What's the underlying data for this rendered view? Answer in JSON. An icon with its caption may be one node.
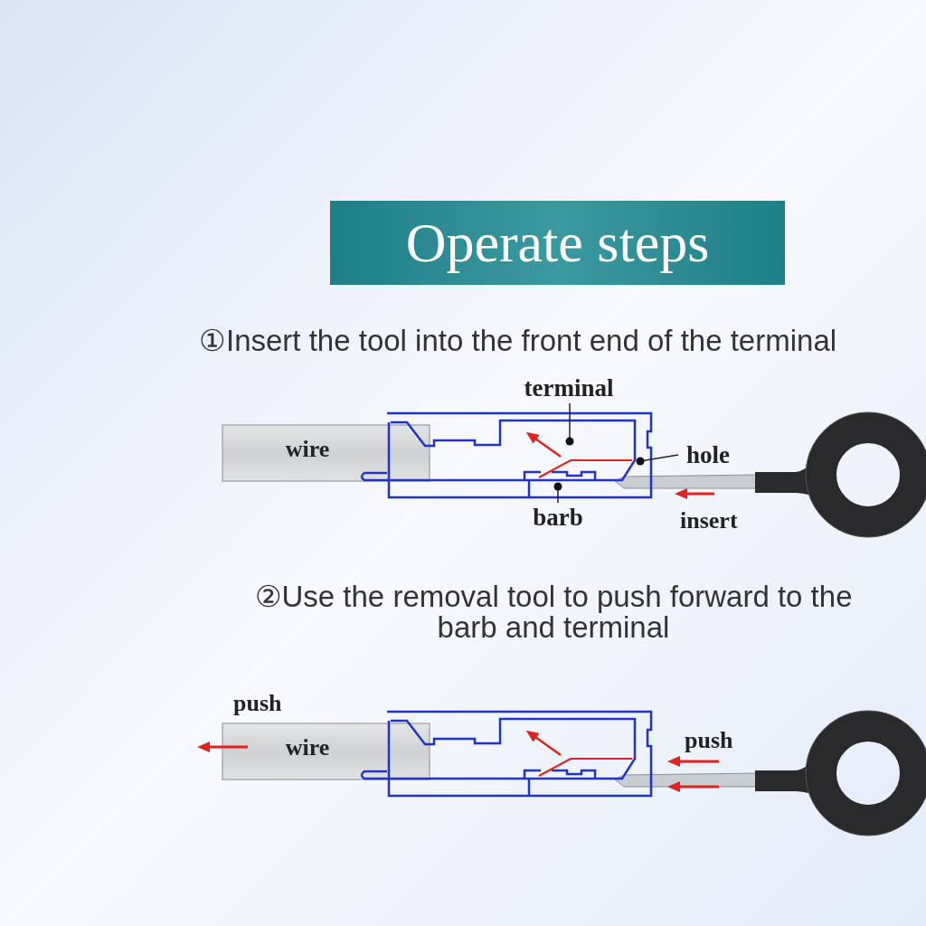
{
  "diagram": {
    "title": "Operate steps",
    "nodes": [
      {
        "text": [
          "terminal"
        ]
      },
      {
        "text": [
          "hole"
        ]
      },
      {
        "text": [
          "barb"
        ]
      },
      {
        "text": [],
        "shape": "picture"
      }
    ],
    "edges": [
      {
        "from": 0,
        "to": 3,
        "arrow": "other"
      },
      {
        "from": 1,
        "to": 3,
        "arrow": "other"
      },
      {
        "from": 2,
        "to": 3,
        "arrow": "other"
      }
    ],
    "labels": [
      "①Insert the tool into the front end of the terminal",
      "wire",
      "insert",
      "②Use the removal tool to push forward to the barb and terminal",
      "push",
      "wire",
      "push"
    ]
  }
}
